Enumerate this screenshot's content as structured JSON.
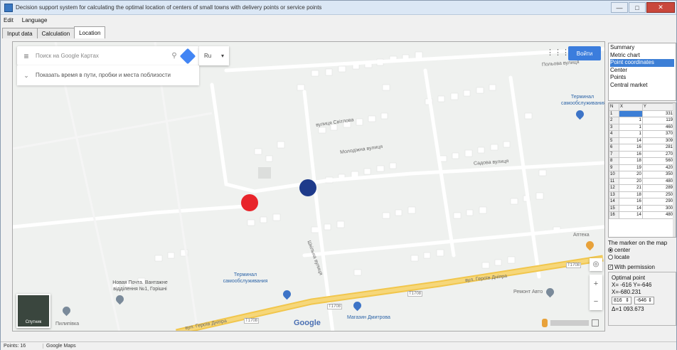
{
  "window": {
    "title": "Decision support system for calculating the optimal location of centers of small towns with delivery points or service points",
    "controls": {
      "minimize": "—",
      "maximize": "□",
      "close": "✕"
    }
  },
  "menu": [
    "Edit",
    "Language"
  ],
  "tabs": [
    {
      "label": "Input data",
      "active": false
    },
    {
      "label": "Calculation",
      "active": false
    },
    {
      "label": "Location",
      "active": true
    }
  ],
  "map": {
    "search_placeholder": "Поиск на Google Картах",
    "language_label": "Ru",
    "language_caret": "▾",
    "hint_text": "Показать время в пути, пробки и места поблизости",
    "login_label": "Войти",
    "google_logo": "Google",
    "satellite_label": "Спутник",
    "zoom_in": "+",
    "zoom_out": "−",
    "labels": {
      "service_top": "Терминал самообслуживания",
      "service_mid": "Терминал самообслуживания",
      "post_office": "Новая Почта. Вантажне відділення №1, Горішні",
      "store": "Магазин Дмитрова",
      "street_main": "вул. Героїв Дніпра",
      "street_main2": "вул. Героїв Дніпра",
      "street_a": "вулиця Світлова",
      "street_b": "Молодіжна вулиця",
      "street_c": "Садова вулиця",
      "street_d": "Польова вулиця",
      "street_e": "Шкільна вулиця",
      "road_badge_1": "Т1708",
      "road_badge_2": "Т1708",
      "road_badge_3": "Т1708",
      "road_badge_4": "Т1708",
      "pharmacy": "Аптека",
      "shop_right": "Ремонт Авто",
      "bus_stop": "Пилипівка"
    },
    "marker_colors": {
      "red": "#e8242a",
      "blue": "#1e3a8a"
    }
  },
  "summary": {
    "items": [
      {
        "label": "Summary",
        "selected": false
      },
      {
        "label": "Metric chart",
        "selected": false
      },
      {
        "label": "Point coordinates",
        "selected": true
      },
      {
        "label": "Center",
        "selected": false
      },
      {
        "label": "Points",
        "selected": false
      },
      {
        "label": "Central market",
        "selected": false
      }
    ]
  },
  "grid": {
    "headers": [
      "N",
      "X",
      "Y"
    ],
    "rows": [
      [
        "1",
        "",
        "331"
      ],
      [
        "2",
        "1",
        "119"
      ],
      [
        "3",
        "1",
        "460"
      ],
      [
        "4",
        "1",
        "370"
      ],
      [
        "5",
        "14",
        "309"
      ],
      [
        "6",
        "16",
        "281"
      ],
      [
        "7",
        "16",
        "270"
      ],
      [
        "8",
        "18",
        "560"
      ],
      [
        "9",
        "19",
        "420"
      ],
      [
        "10",
        "20",
        "350"
      ],
      [
        "11",
        "20",
        "480"
      ],
      [
        "12",
        "21",
        "289"
      ],
      [
        "13",
        "18",
        "250"
      ],
      [
        "14",
        "16",
        "290"
      ],
      [
        "15",
        "14",
        "300"
      ],
      [
        "16",
        "14",
        "480"
      ]
    ]
  },
  "options": {
    "marker_caption": "The marker on the map",
    "radio_center": "center",
    "radio_locate": "locate",
    "checkbox_label": "With permission",
    "group_title": "Optimal point",
    "x_line": "X= -616    Y=-646",
    "xy_line": "X=-680.231",
    "spin1": "816",
    "spin2": "-646",
    "distance_line": "Δ=1 093.673"
  },
  "status": {
    "left": "Points: 16",
    "right": "Google Maps"
  }
}
